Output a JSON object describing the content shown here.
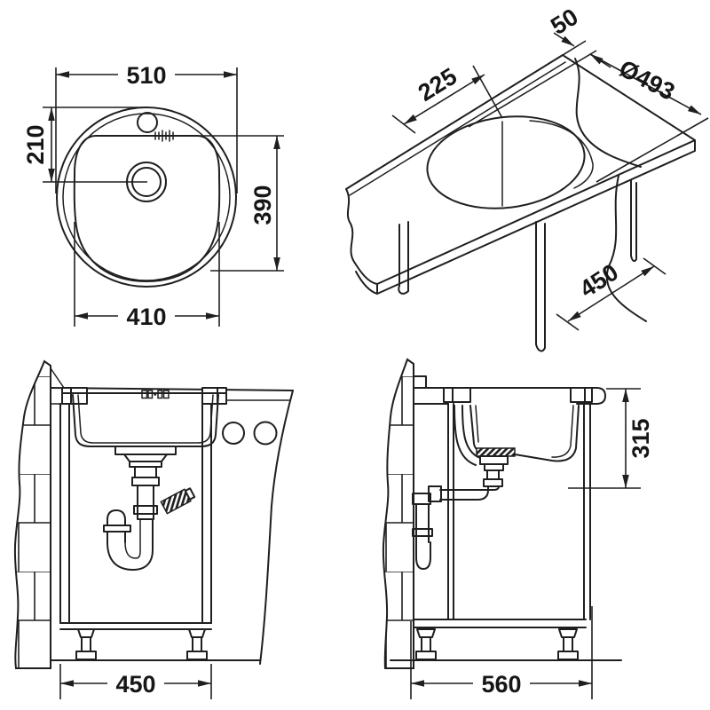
{
  "drawing": {
    "kind": "sink installation technical drawing",
    "colors": {
      "line": "#1f1f1f",
      "background": "#ffffff"
    },
    "views": {
      "top": {
        "name": "round sink top view",
        "dims": {
          "overall_width": "510",
          "faucet_center_offset": "210",
          "bowl_extent": "390",
          "bowl_diameter": "410"
        }
      },
      "isometric": {
        "name": "worktop cutout isometric view",
        "dims": {
          "edge_distance": "50",
          "cutout_center_distance": "225",
          "cutout_diameter": "Ø493",
          "worktop_depth": "450"
        }
      },
      "front_section": {
        "name": "front section with siphon",
        "dims": {
          "cabinet_width": "450"
        }
      },
      "side_section": {
        "name": "side section with drain",
        "dims": {
          "drain_outlet_height": "315",
          "cabinet_depth": "560"
        }
      }
    }
  }
}
